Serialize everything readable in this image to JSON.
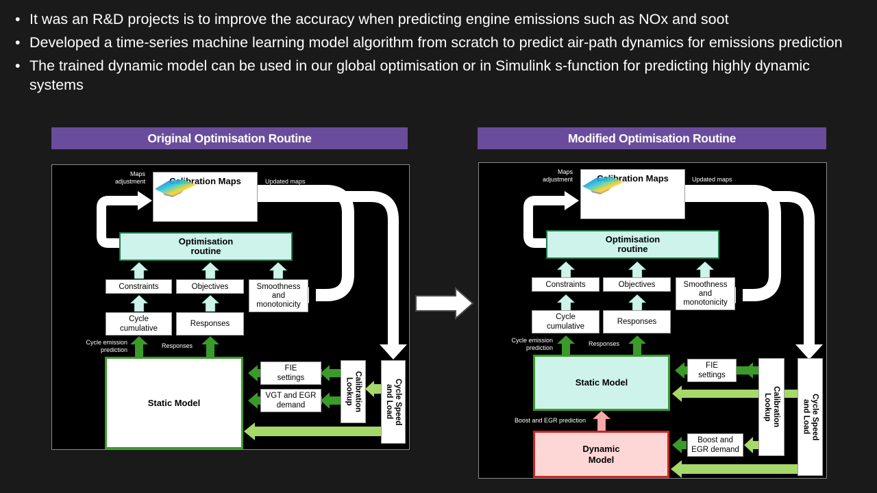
{
  "bullets": [
    "It was an R&D projects is to improve the accuracy when predicting engine emissions such as NOx and soot",
    "Developed a time-series machine learning model algorithm from scratch to predict air-path dynamics for emissions prediction",
    "The trained dynamic model can be used in our global optimisation or in Simulink s-function for predicting highly dynamic systems"
  ],
  "bullet_symbol": "•",
  "left": {
    "title": "Original Optimisation Routine",
    "calibration_maps": "Calibration Maps",
    "maps_adjustment": "Maps\nadjustment",
    "updated_maps": "Updated maps",
    "optimisation_routine": "Optimisation\nroutine",
    "constraints": "Constraints",
    "objectives": "Objectives",
    "smoothness": "Smoothness\nand\nmonotonicity",
    "cycle_cumulative": "Cycle\ncumulative",
    "responses_box": "Responses",
    "cycle_emission_prediction": "Cycle emission\nprediction",
    "responses_label": "Responses",
    "static_model": "Static Model",
    "fie_settings": "FIE\nsettings",
    "vgt_egr": "VGT and EGR\ndemand",
    "calibration_lookup": "Calibration\nLookup",
    "cycle_speed_load": "Cycle Speed\nand Load"
  },
  "right": {
    "title": "Modified Optimisation Routine",
    "calibration_maps": "Calibration Maps",
    "maps_adjustment": "Maps\nadjustment",
    "updated_maps": "Updated maps",
    "optimisation_routine": "Optimisation\nroutine",
    "constraints": "Constraints",
    "objectives": "Objectives",
    "smoothness": "Smoothness\nand\nmonotonicity",
    "cycle_cumulative": "Cycle\ncumulative",
    "responses_box": "Responses",
    "cycle_emission_prediction": "Cycle emission\nprediction",
    "responses_label": "Responses",
    "static_model": "Static Model",
    "dynamic_model": "Dynamic\nModel",
    "boost_egr_prediction": "Boost and  EGR prediction",
    "fie_settings": "FIE\nsettings",
    "boost_egr_demand": "Boost and\nEGR demand",
    "calibration_lookup": "Calibration\nLookup",
    "cycle_speed_load": "Cycle Speed\nand Load"
  },
  "colors": {
    "banner": "#6a4c9c",
    "teal_fill": "#cdf3ea",
    "green_arrow": "#3a9a2a",
    "light_green_arrow": "#a6d86a",
    "red": "#cc2222",
    "pink_fill": "#fdd6d6"
  }
}
